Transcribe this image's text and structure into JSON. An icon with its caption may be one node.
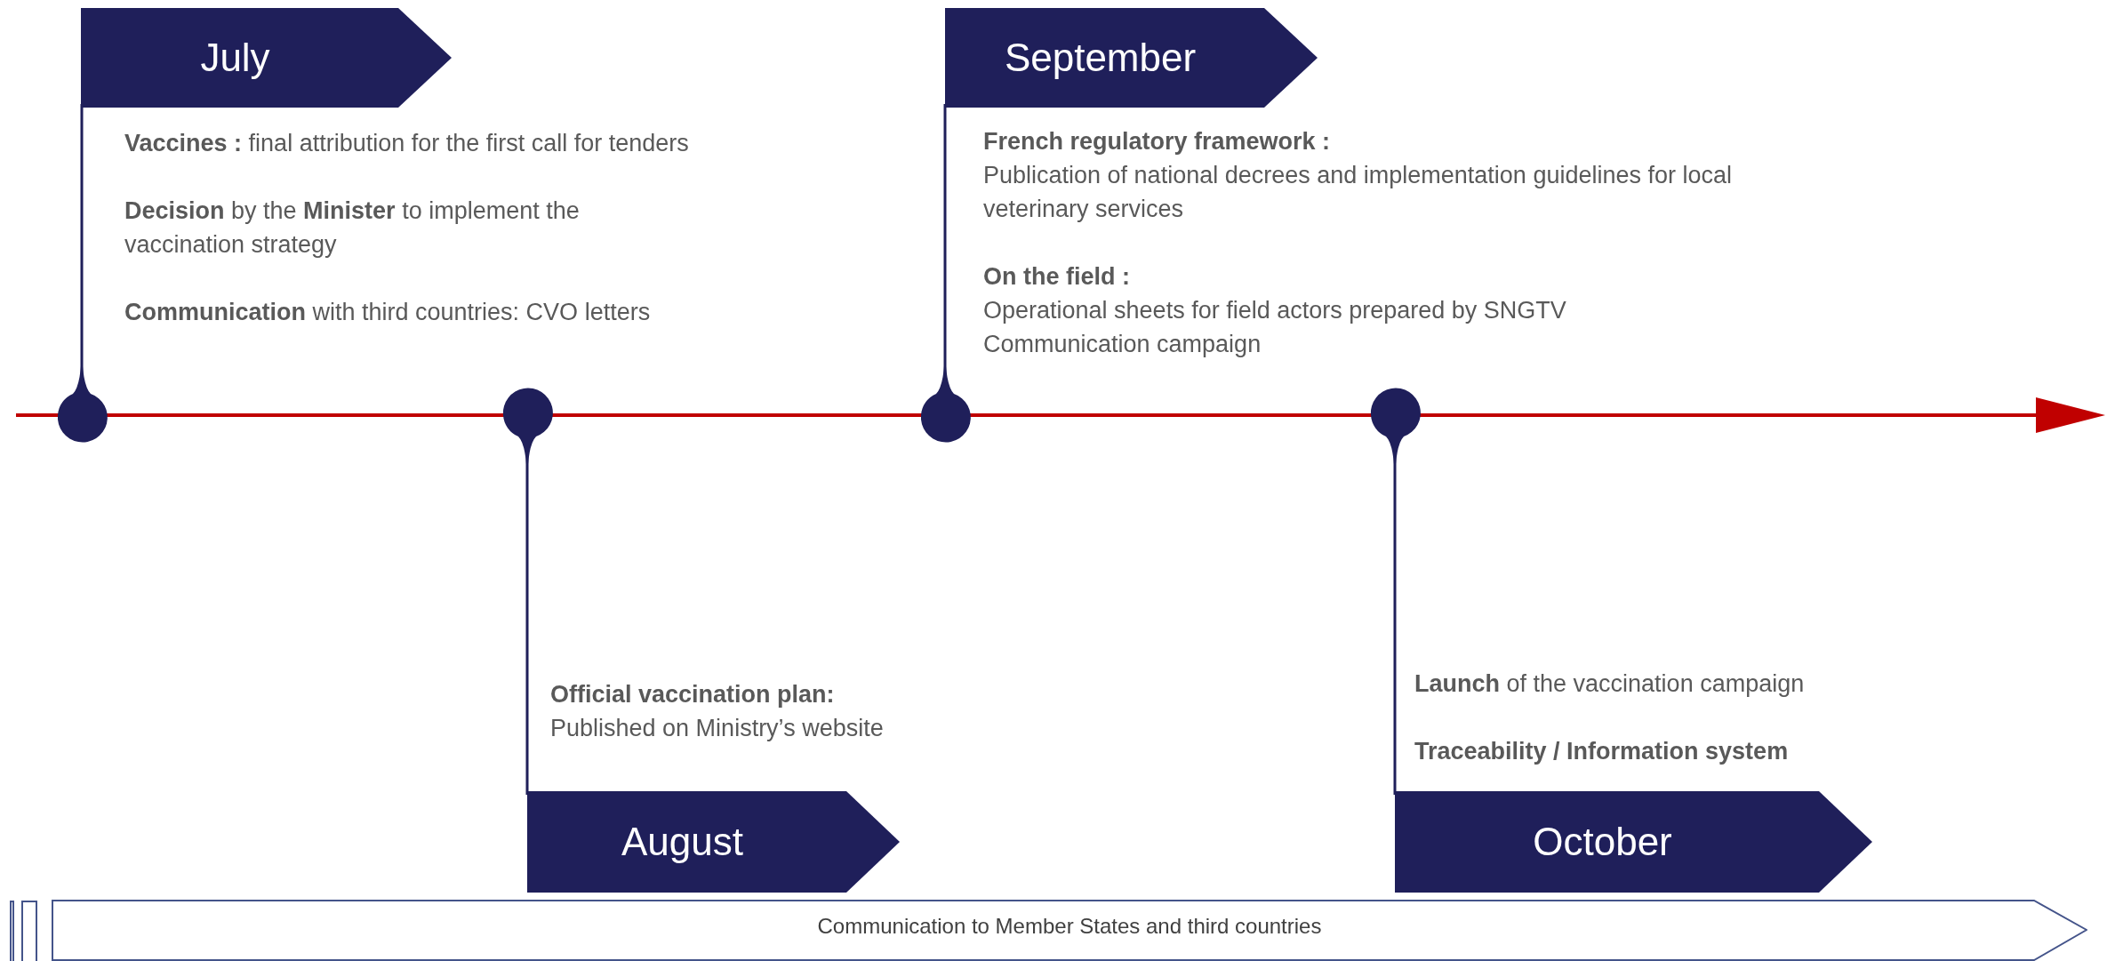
{
  "diagram": {
    "nodes": [
      {
        "text": [
          "July"
        ],
        "beside": [
          "**Vaccines :** final attribution for the first call for tenders",
          "**Decision** by the **Minister** to implement the vaccination strategy",
          "**Communication** with third countries: CVO letters"
        ]
      },
      {
        "text": [
          "August"
        ],
        "beside": [
          "**Official vaccination plan:**",
          "Published on Ministry’s website"
        ]
      },
      {
        "text": [
          "September"
        ],
        "beside": [
          "**French regulatory framework :**",
          "Publication of national decrees and implementation guidelines for local veterinary services",
          "**On the field :**",
          "Operational sheets for field actors prepared by SNGTV",
          "Communication campaign"
        ]
      },
      {
        "text": [
          "October"
        ],
        "beside": [
          "**Launch** of the vaccination campaign",
          "**Traceability / Information system**"
        ]
      },
      {
        "text": [
          "Communication to Member States and third countries"
        ]
      }
    ]
  }
}
